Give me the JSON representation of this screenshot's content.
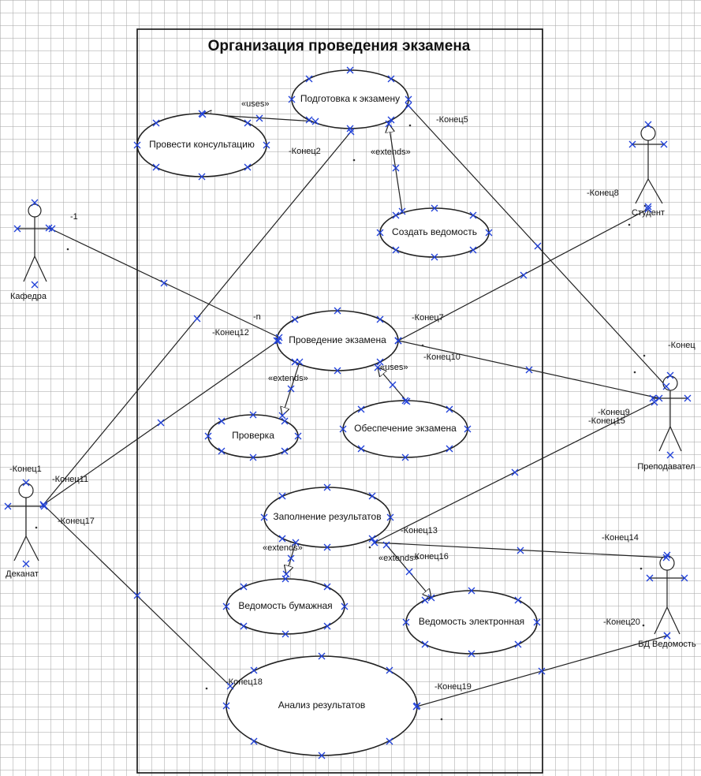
{
  "title": "Организация проведения экзамена",
  "actors": {
    "kafedra": "Кафедра",
    "student": "Студент",
    "prepodavatel": "Преподавател",
    "dekanat": "Деканат",
    "bd": "БД Ведомость"
  },
  "usecases": {
    "podgotovka": "Подготовка к экзамену",
    "konsultaciya": "Провести консультацию",
    "sozdat": "Создать ведомость",
    "provedenie": "Проведение экзамена",
    "proverka": "Проверка",
    "obespechenie": "Обеспечение экзамена",
    "zapolnenie": "Заполнение результатов",
    "bumazhnaya": "Ведомость бумажная",
    "elektronnaya": "Ведомость электронная",
    "analiz": "Анализ результатов"
  },
  "stereotypes": {
    "uses1": "«uses»",
    "extends1": "«extends»",
    "extends2": "«extends»",
    "uses2": "«uses»",
    "extends3": "«extends»",
    "extends4": "«extends»"
  },
  "labels": {
    "m1": "-1",
    "mn": "-n",
    "k1": "-Конец1",
    "k2": "-Конец2",
    "k5": "-Конец5",
    "k7": "-Конец7",
    "k8": "-Конец8",
    "k9": "-Конец9",
    "k10": "-Конец10",
    "k11": "-Конец11",
    "k12": "-Конец12",
    "k13": "-Конец13",
    "k14": "-Конец14",
    "k15": "-Конец15",
    "k16": "-Конец16",
    "k17": "-Конец17",
    "k18": "-Конец18",
    "k19": "-Конец19",
    "k20": "-Конец20",
    "kcut": "-Конец"
  },
  "colors": {
    "handle": "#1f3fd8",
    "line": "#222222",
    "grid": "#aaaaaa"
  }
}
